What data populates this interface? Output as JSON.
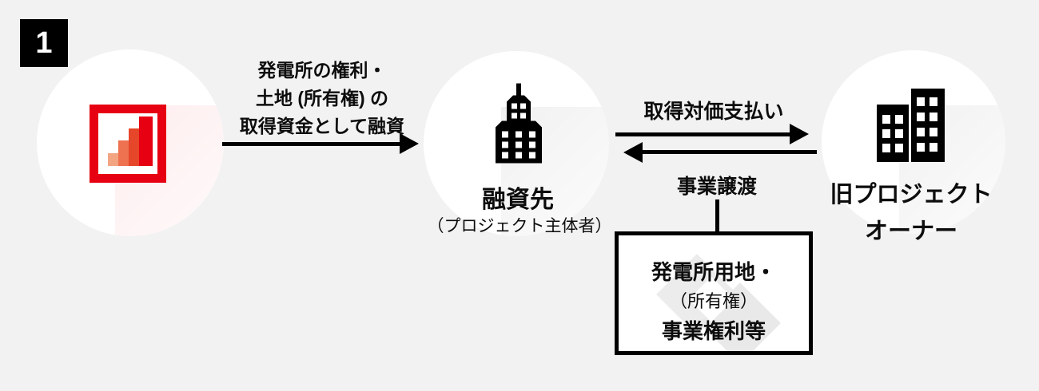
{
  "colors": {
    "background": "#f2f2f2",
    "ink": "#0d0d0d",
    "brand_red": "#e60012",
    "circle_bg": "#ffffff",
    "box_bg": "#ffffff",
    "watermark_gray": "#ececec",
    "bar_colors": [
      "#f3a582",
      "#ee7150",
      "#e64629",
      "#e60012"
    ]
  },
  "step_badge": {
    "label": "1"
  },
  "entities": {
    "lender_circle": {
      "icon": "bar-chart-logo"
    },
    "borrower": {
      "title": "融資先",
      "subtitle": "（プロジェクト主体者）",
      "icon": "office-tower-icon"
    },
    "old_owner": {
      "title_line1": "旧プロジェクト",
      "title_line2": "オーナー",
      "icon": "twin-buildings-icon"
    }
  },
  "arrows": {
    "loan": {
      "direction": "right",
      "label_line1": "発電所の権利・",
      "label_line2": "土地 (所有権) の",
      "label_line3": "取得資金として融資"
    },
    "payment": {
      "direction": "right",
      "label": "取得対価支払い"
    },
    "transfer": {
      "direction": "left",
      "label": "事業譲渡"
    }
  },
  "asset_box": {
    "line1": "発電所用地・",
    "line2": "（所有権）",
    "line3": "事業権利等"
  }
}
